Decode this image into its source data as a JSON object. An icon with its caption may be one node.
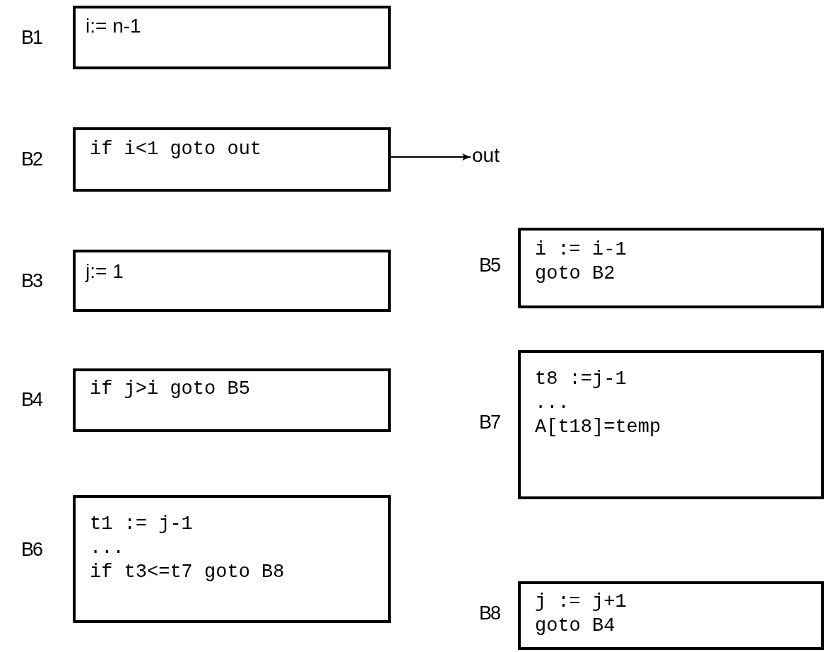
{
  "diagram": {
    "nodes": [
      {
        "text": [
          "i:= n-1"
        ],
        "beside": [
          "B1"
        ]
      },
      {
        "text": [
          "if i<1 goto out"
        ],
        "beside": [
          "B2"
        ]
      },
      {
        "text": [
          "out"
        ]
      },
      {
        "text": [
          "j:= 1"
        ],
        "beside": [
          "B3"
        ]
      },
      {
        "text": [
          "i := i-1",
          "goto B2"
        ],
        "beside": [
          "B5"
        ]
      },
      {
        "text": [
          "if j>i goto B5"
        ],
        "beside": [
          "B4"
        ]
      },
      {
        "text": [
          "t8 :=j-1",
          "...",
          "A[t18]=temp"
        ],
        "beside": [
          "B7"
        ]
      },
      {
        "text": [
          "t1 := j-1",
          "...",
          "if t3<=t7 goto B8"
        ],
        "beside": [
          "B6"
        ]
      },
      {
        "text": [
          "j := j+1",
          "goto B4"
        ],
        "beside": [
          "B8"
        ]
      }
    ],
    "edges": [
      {
        "from": 1,
        "to": 2,
        "arrow": "to"
      }
    ]
  }
}
